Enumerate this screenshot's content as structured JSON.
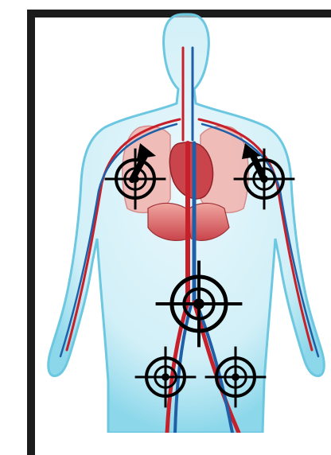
{
  "image": {
    "subject": "human-circulatory-system",
    "frame_color": "#1c1c1c",
    "body_glow_color": "#7fd3e8",
    "artery_color": "#c8202a",
    "vein_color": "#1f5fa8",
    "organ_color": "#d9535a",
    "marker_color": "#000000"
  },
  "markers": [
    {
      "name": "target-left-shoulder",
      "icon": "crosshair-icon"
    },
    {
      "name": "target-right-shoulder",
      "icon": "crosshair-icon"
    },
    {
      "name": "target-abdomen",
      "icon": "crosshair-icon"
    },
    {
      "name": "target-left-thigh",
      "icon": "crosshair-icon"
    },
    {
      "name": "target-right-thigh",
      "icon": "crosshair-icon"
    }
  ],
  "arrows": [
    {
      "name": "arrow-left-shoulder",
      "icon": "arrow-up-right-icon"
    },
    {
      "name": "arrow-right-shoulder",
      "icon": "arrow-up-left-icon"
    }
  ]
}
